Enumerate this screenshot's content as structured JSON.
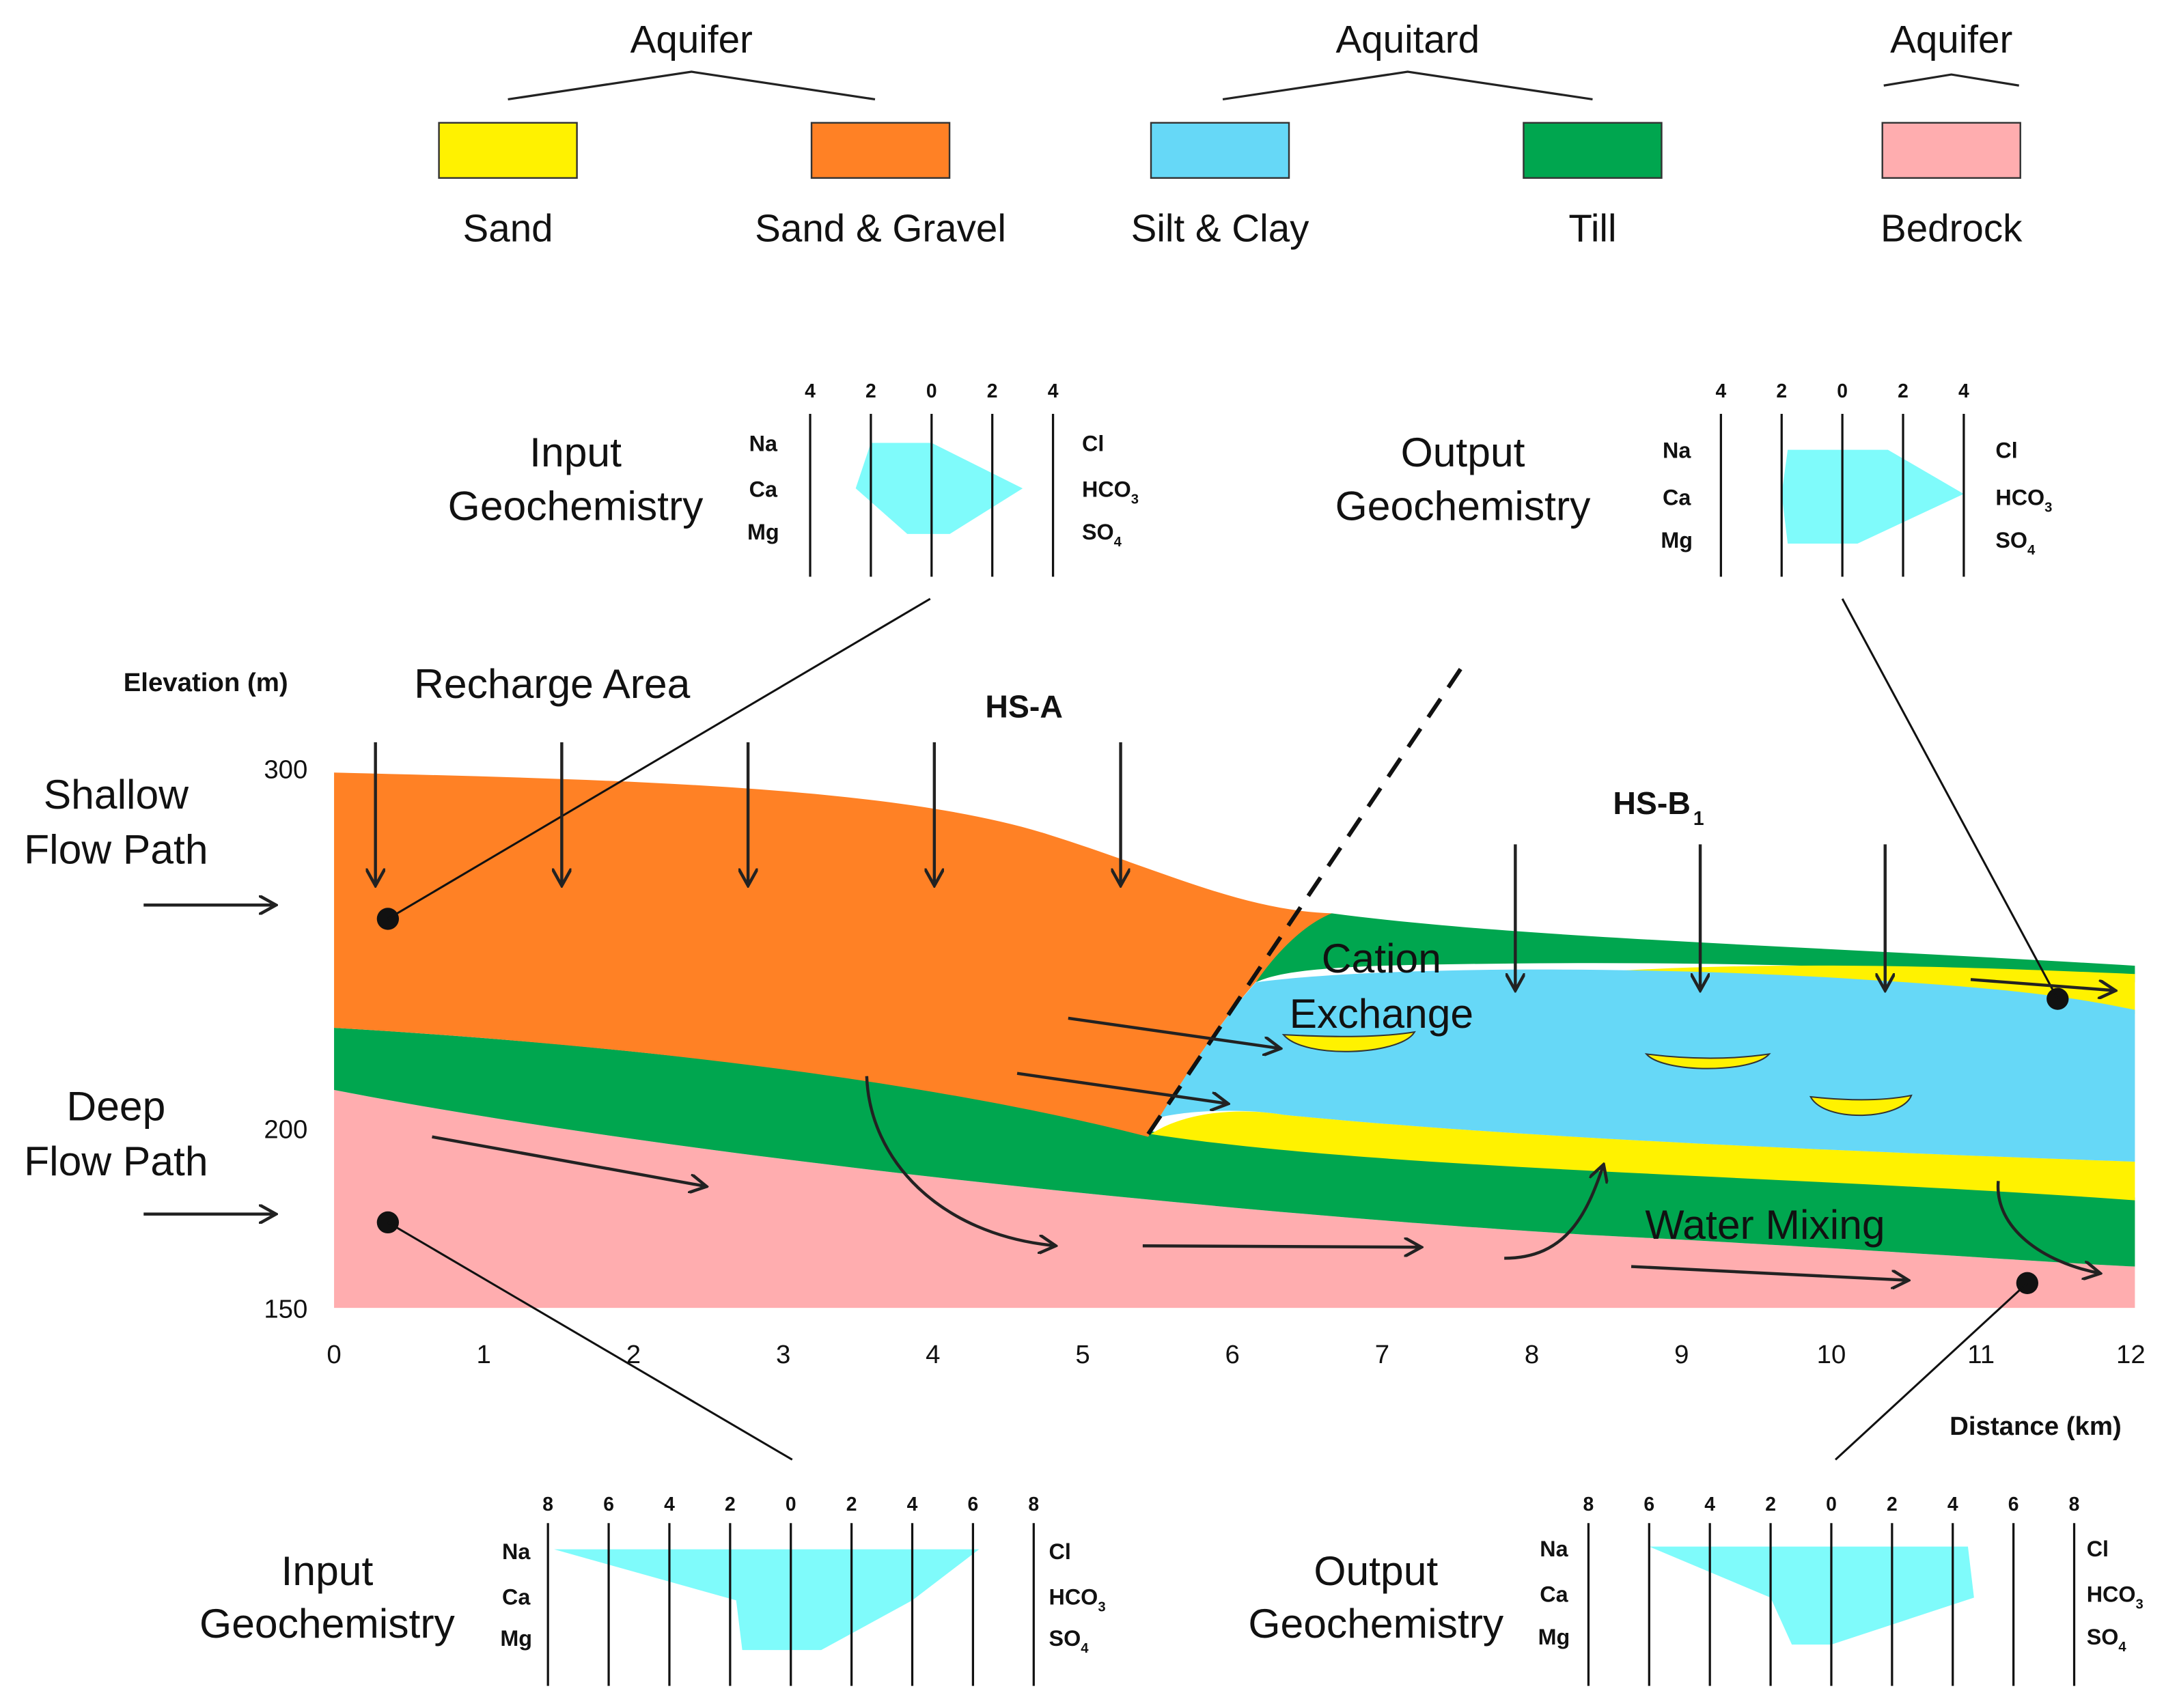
{
  "legend": {
    "groups": [
      "Aquifer",
      "Aquitard",
      "Aquifer"
    ],
    "items": [
      "Sand",
      "Sand & Gravel",
      "Silt & Clay",
      "Till",
      "Bedrock"
    ],
    "colors": {
      "sand": "#FFF200",
      "sand_gravel": "#FF8125",
      "silt_clay": "#66D8F7",
      "till": "#00A64F",
      "bedrock": "#FFADAF",
      "geochem_fill": "#7FFBFB"
    }
  },
  "section": {
    "elevation_label": "Elevation (m)",
    "distance_label": "Distance (km)",
    "y_ticks": [
      "300",
      "200",
      "150"
    ],
    "x_ticks": [
      "0",
      "1",
      "2",
      "3",
      "4",
      "5",
      "6",
      "7",
      "8",
      "9",
      "10",
      "11",
      "12"
    ],
    "recharge_label": "Recharge Area",
    "hs_a": "HS-A",
    "hs_b": "HS-B",
    "hs_b_sub": "1",
    "shallow_line1": "Shallow",
    "shallow_line2": "Flow Path",
    "deep_line1": "Deep",
    "deep_line2": "Flow Path",
    "cation_line1": "Cation",
    "cation_line2": "Exchange",
    "water_mixing": "Water Mixing"
  },
  "stiff": {
    "ion_left": [
      "Na",
      "Ca",
      "Mg"
    ],
    "ion_right": [
      "Cl",
      "HCO",
      "SO"
    ],
    "ion_right_sub": [
      "",
      "3",
      "4"
    ],
    "title_input_1": "Input",
    "title_output_1": "Output",
    "title_2": "Geochemistry",
    "small_ticks": [
      "4",
      "2",
      "0",
      "2",
      "4"
    ],
    "large_ticks": [
      "8",
      "6",
      "4",
      "2",
      "0",
      "2",
      "4",
      "6",
      "8"
    ],
    "diagrams": [
      {
        "id": "shallow-input",
        "cation_meq": [
          2.0,
          2.5,
          0.8
        ],
        "anion_meq": [
          0.0,
          3.0,
          0.6
        ]
      },
      {
        "id": "shallow-output",
        "cation_meq": [
          1.8,
          2.0,
          1.8
        ],
        "anion_meq": [
          1.5,
          4.0,
          0.5
        ]
      },
      {
        "id": "deep-input",
        "cation_meq": [
          7.8,
          1.8,
          1.6
        ],
        "anion_meq": [
          6.2,
          4.0,
          1.0
        ]
      },
      {
        "id": "deep-output",
        "cation_meq": [
          6.0,
          2.0,
          1.3
        ],
        "anion_meq": [
          4.5,
          4.7,
          0.0
        ]
      }
    ]
  }
}
